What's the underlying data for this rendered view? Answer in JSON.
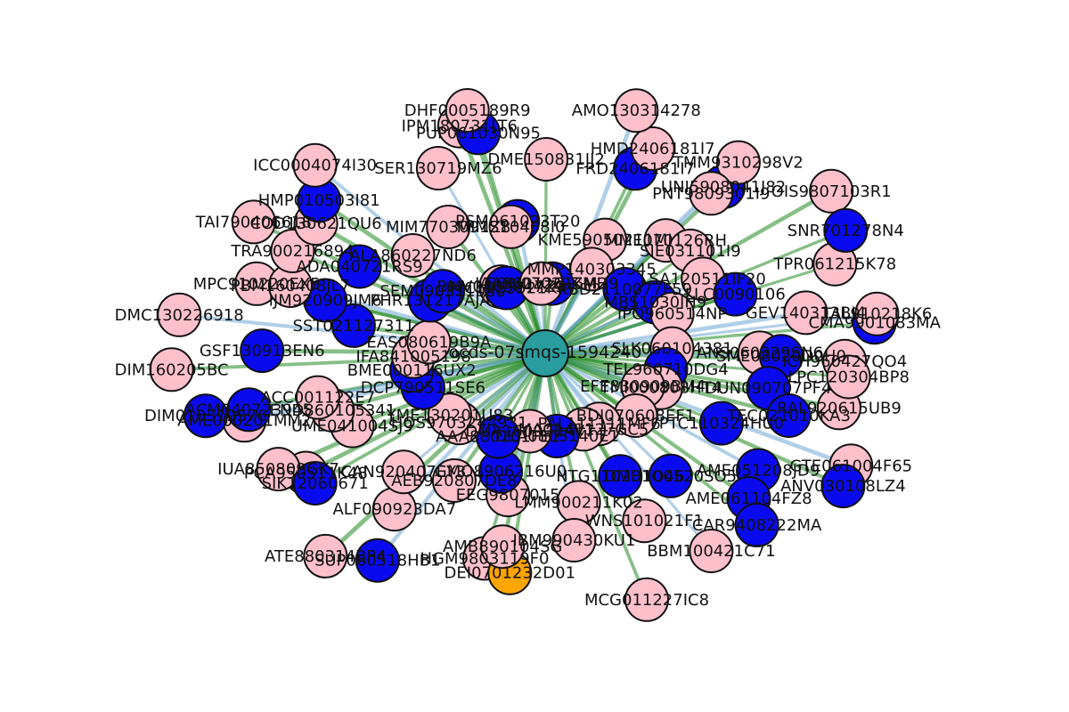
{
  "graph": {
    "center": {
      "id": "ocds-07smqs-1594240",
      "color": "#2a9d9f"
    },
    "colors": {
      "pink": "#ffc0cb",
      "blue": "#0a0af0",
      "orange": "#ffa500",
      "edge_green": "#228b22",
      "edge_blue": "#6fa8d6",
      "node_outline": "#111111",
      "label": "#111111"
    },
    "nodes": [
      {
        "id": "SON07022ZMH9",
        "kind": "blue"
      },
      {
        "id": "KME59050211MI",
        "kind": "pink"
      },
      {
        "id": "FRD2406181I7",
        "kind": "blue"
      },
      {
        "id": "HMD2406181I7",
        "kind": "pink"
      },
      {
        "id": "MMP140303345",
        "kind": "pink"
      },
      {
        "id": "MME070126RH",
        "kind": "pink"
      },
      {
        "id": "UNI5908041J82",
        "kind": "blue"
      },
      {
        "id": "TMM9310298V2",
        "kind": "pink"
      },
      {
        "id": "KBD2110077F59",
        "kind": "blue"
      },
      {
        "id": "SIE031101I9",
        "kind": "pink"
      },
      {
        "id": "PNT9809301I9",
        "kind": "pink"
      },
      {
        "id": "OIS9807103R1",
        "kind": "pink"
      },
      {
        "id": "MBS1030IH9",
        "kind": "blue"
      },
      {
        "id": "LSA120511IF20",
        "kind": "pink"
      },
      {
        "id": "TPR061215K78",
        "kind": "pink"
      },
      {
        "id": "SNR701278N4",
        "kind": "blue"
      },
      {
        "id": "IPO960514NP",
        "kind": "pink"
      },
      {
        "id": "LLC0090106",
        "kind": "blue"
      },
      {
        "id": "CMA9901083MA",
        "kind": "blue"
      },
      {
        "id": "TAL910218K6",
        "kind": "pink"
      },
      {
        "id": "SLK060104381",
        "kind": "pink"
      },
      {
        "id": "ANS060329SN6",
        "kind": "pink"
      },
      {
        "id": "GEV140313BJ4",
        "kind": "pink"
      },
      {
        "id": "ICH960427QO4",
        "kind": "pink"
      },
      {
        "id": "TEL960710DG4",
        "kind": "blue"
      },
      {
        "id": "SME08020D0H0",
        "kind": "blue"
      },
      {
        "id": "RAL920615UB9",
        "kind": "pink"
      },
      {
        "id": "LPC120304BP8",
        "kind": "pink"
      },
      {
        "id": "TMI000808HT4",
        "kind": "pink"
      },
      {
        "id": "DUN090707PF4",
        "kind": "blue"
      },
      {
        "id": "TEC021010KA3",
        "kind": "blue"
      },
      {
        "id": "GTE061004F65",
        "kind": "pink"
      },
      {
        "id": "EFE830909BM4",
        "kind": "pink"
      },
      {
        "id": "PTC110324HU0",
        "kind": "blue"
      },
      {
        "id": "AME051208JD9",
        "kind": "blue"
      },
      {
        "id": "ANV030108LZ4",
        "kind": "blue"
      },
      {
        "id": "BDI070608EF1",
        "kind": "pink"
      },
      {
        "id": "DMH100520SO5",
        "kind": "blue"
      },
      {
        "id": "AME061104FZ8",
        "kind": "blue"
      },
      {
        "id": "CAR9408222MA",
        "kind": "blue"
      },
      {
        "id": "PAL111111MF6",
        "kind": "pink"
      },
      {
        "id": "NTG110201O46",
        "kind": "blue"
      },
      {
        "id": "WNS101021F1",
        "kind": "pink"
      },
      {
        "id": "BBM100421C71",
        "kind": "pink"
      },
      {
        "id": "MAC141127GC5",
        "kind": "pink"
      },
      {
        "id": "LMM900211K02",
        "kind": "pink"
      },
      {
        "id": "IBM990430KU1",
        "kind": "pink"
      },
      {
        "id": "MCG011227IC8",
        "kind": "pink"
      },
      {
        "id": "DLA0803140E1",
        "kind": "blue"
      },
      {
        "id": "EEG9807015",
        "kind": "pink"
      },
      {
        "id": "HGM9803119F0",
        "kind": "pink"
      },
      {
        "id": "DEI0701232D01",
        "kind": "orange"
      },
      {
        "id": "DMA160928AV7",
        "kind": "pink"
      },
      {
        "id": "GMO8906216U0",
        "kind": "blue"
      },
      {
        "id": "AMB890104SG",
        "kind": "pink"
      },
      {
        "id": "SUP060518HB1",
        "kind": "blue"
      },
      {
        "id": "AAA880101FE1",
        "kind": "blue"
      },
      {
        "id": "AEB920807DE8",
        "kind": "pink"
      },
      {
        "id": "ALF090923DA7",
        "kind": "pink"
      },
      {
        "id": "ATE880314BP4",
        "kind": "pink"
      },
      {
        "id": "HOS9703244931",
        "kind": "pink"
      },
      {
        "id": "CAN920407EY3",
        "kind": "pink"
      },
      {
        "id": "PCA950511K48",
        "kind": "pink"
      },
      {
        "id": "IUA850809GK7",
        "kind": "pink"
      },
      {
        "id": "YME130201U83",
        "kind": "pink"
      },
      {
        "id": "UME041004SJ9",
        "kind": "pink"
      },
      {
        "id": "SIK12060671",
        "kind": "blue"
      },
      {
        "id": "AME000201MM2",
        "kind": "pink"
      },
      {
        "id": "DCP790511SE6",
        "kind": "blue"
      },
      {
        "id": "END860105341",
        "kind": "pink"
      },
      {
        "id": "ACM040723945",
        "kind": "blue"
      },
      {
        "id": "DIM010319S76",
        "kind": "blue"
      },
      {
        "id": "BME000116UX2",
        "kind": "blue"
      },
      {
        "id": "ACC001122E7",
        "kind": "pink"
      },
      {
        "id": "GSF130913EN6",
        "kind": "blue"
      },
      {
        "id": "DIM160205BC",
        "kind": "pink"
      },
      {
        "id": "IFA841005198",
        "kind": "pink"
      },
      {
        "id": "SST021127311",
        "kind": "blue"
      },
      {
        "id": "MPC910220EX5",
        "kind": "pink"
      },
      {
        "id": "DMC130226918",
        "kind": "pink"
      },
      {
        "id": "EAS080619B9A",
        "kind": "pink"
      },
      {
        "id": "IJM920909JM6",
        "kind": "blue"
      },
      {
        "id": "PBM160408JL7",
        "kind": "pink"
      },
      {
        "id": "TRA900216894",
        "kind": "pink"
      },
      {
        "id": "PHR131217AJA",
        "kind": "blue"
      },
      {
        "id": "ADA040721RS9",
        "kind": "blue"
      },
      {
        "id": "COD130621QU6",
        "kind": "pink"
      },
      {
        "id": "TAI790406618",
        "kind": "pink"
      },
      {
        "id": "SEM090311080",
        "kind": "blue"
      },
      {
        "id": "ALA860227ND6",
        "kind": "pink"
      },
      {
        "id": "HMP010503I81",
        "kind": "blue"
      },
      {
        "id": "ICC0004074I30",
        "kind": "pink"
      },
      {
        "id": "BMV0403047Z9",
        "kind": "pink"
      },
      {
        "id": "MIM7703091Z8",
        "kind": "pink"
      },
      {
        "id": "SER130719MZ6",
        "kind": "pink"
      },
      {
        "id": "IPM180731LT6",
        "kind": "pink"
      },
      {
        "id": "IMC1003521K4",
        "kind": "blue"
      },
      {
        "id": "PSM061023T20",
        "kind": "blue"
      },
      {
        "id": "PUP061030N95",
        "kind": "blue"
      },
      {
        "id": "DHF0005189R9",
        "kind": "pink"
      },
      {
        "id": "IAA98012616M2",
        "kind": "pink"
      },
      {
        "id": "MIMS10408I0",
        "kind": "pink"
      },
      {
        "id": "DME150831JJ2",
        "kind": "pink"
      },
      {
        "id": "AMO130314278",
        "kind": "pink"
      }
    ]
  }
}
